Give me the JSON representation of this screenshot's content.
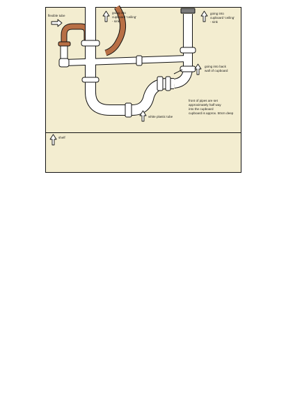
{
  "colors": {
    "page": "#ffffff",
    "cupboard": "#f3edd0",
    "outline": "#111111",
    "pipe": "#ffffff",
    "copper": "#b86f45",
    "nut": "#7a7a7a"
  },
  "labels": {
    "flexible_tube": "flexible tube",
    "sink_left": [
      "going into",
      "cupboard 'ceiling'",
      "- sink"
    ],
    "sink_right": [
      "going into",
      "cupboard 'ceiling'",
      "- sink"
    ],
    "back_wall": [
      "going into back",
      "wall of cupboard"
    ],
    "white_tube": "white plastic tube",
    "note": [
      "front of pipes are set",
      "approximately half way",
      "into the cupboard",
      "cupboard is approx. 50cm deep"
    ],
    "shelf": "shelf"
  },
  "icons": {
    "arrow": "outline-arrow-icon"
  }
}
